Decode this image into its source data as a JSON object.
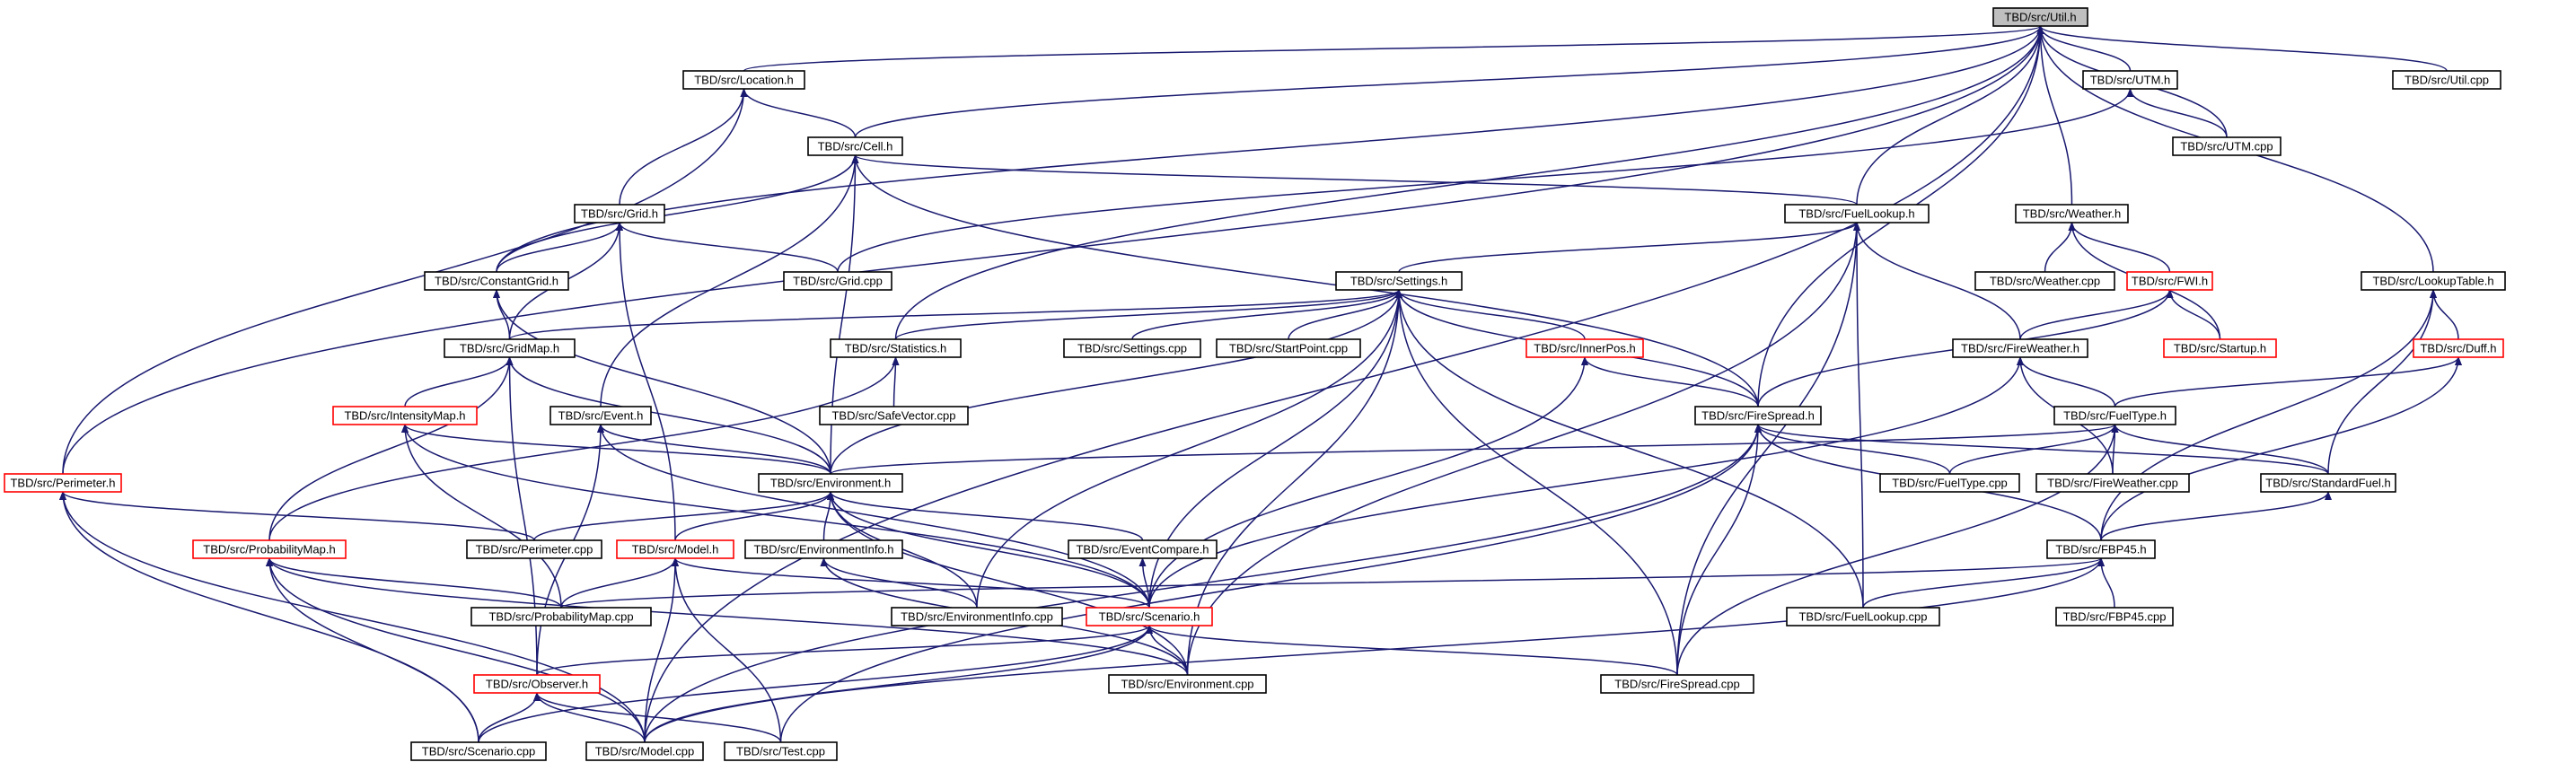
{
  "diagram": {
    "nodes": [
      {
        "id": "util_h",
        "label": "TBD/src/Util.h",
        "style": "root"
      },
      {
        "id": "location_h",
        "label": "TBD/src/Location.h",
        "style": "normal"
      },
      {
        "id": "utm_h",
        "label": "TBD/src/UTM.h",
        "style": "normal"
      },
      {
        "id": "util_cpp",
        "label": "TBD/src/Util.cpp",
        "style": "normal"
      },
      {
        "id": "cell_h",
        "label": "TBD/src/Cell.h",
        "style": "normal"
      },
      {
        "id": "utm_cpp",
        "label": "TBD/src/UTM.cpp",
        "style": "normal"
      },
      {
        "id": "grid_h",
        "label": "TBD/src/Grid.h",
        "style": "normal"
      },
      {
        "id": "fuellookup_h",
        "label": "TBD/src/FuelLookup.h",
        "style": "normal"
      },
      {
        "id": "weather_h",
        "label": "TBD/src/Weather.h",
        "style": "normal"
      },
      {
        "id": "constantgrid_h",
        "label": "TBD/src/ConstantGrid.h",
        "style": "normal"
      },
      {
        "id": "grid_cpp",
        "label": "TBD/src/Grid.cpp",
        "style": "normal"
      },
      {
        "id": "settings_h",
        "label": "TBD/src/Settings.h",
        "style": "normal"
      },
      {
        "id": "weather_cpp",
        "label": "TBD/src/Weather.cpp",
        "style": "normal"
      },
      {
        "id": "fwi_h",
        "label": "TBD/src/FWI.h",
        "style": "red"
      },
      {
        "id": "lookuptable_h",
        "label": "TBD/src/LookupTable.h",
        "style": "normal"
      },
      {
        "id": "gridmap_h",
        "label": "TBD/src/GridMap.h",
        "style": "normal"
      },
      {
        "id": "statistics_h",
        "label": "TBD/src/Statistics.h",
        "style": "normal"
      },
      {
        "id": "settings_cpp",
        "label": "TBD/src/Settings.cpp",
        "style": "normal"
      },
      {
        "id": "startpoint_cpp",
        "label": "TBD/src/StartPoint.cpp",
        "style": "normal"
      },
      {
        "id": "innerpos_h",
        "label": "TBD/src/InnerPos.h",
        "style": "red"
      },
      {
        "id": "fireweather_h",
        "label": "TBD/src/FireWeather.h",
        "style": "normal"
      },
      {
        "id": "startup_h",
        "label": "TBD/src/Startup.h",
        "style": "red"
      },
      {
        "id": "duff_h",
        "label": "TBD/src/Duff.h",
        "style": "red"
      },
      {
        "id": "intensitymap_h",
        "label": "TBD/src/IntensityMap.h",
        "style": "red"
      },
      {
        "id": "event_h",
        "label": "TBD/src/Event.h",
        "style": "normal"
      },
      {
        "id": "safevector_cpp",
        "label": "TBD/src/SafeVector.cpp",
        "style": "normal"
      },
      {
        "id": "firespread_h",
        "label": "TBD/src/FireSpread.h",
        "style": "normal"
      },
      {
        "id": "fueltype_h",
        "label": "TBD/src/FuelType.h",
        "style": "normal"
      },
      {
        "id": "perimeter_h",
        "label": "TBD/src/Perimeter.h",
        "style": "red"
      },
      {
        "id": "environment_h",
        "label": "TBD/src/Environment.h",
        "style": "normal"
      },
      {
        "id": "fueltype_cpp",
        "label": "TBD/src/FuelType.cpp",
        "style": "normal"
      },
      {
        "id": "fireweather_cpp",
        "label": "TBD/src/FireWeather.cpp",
        "style": "normal"
      },
      {
        "id": "standardfuel_h",
        "label": "TBD/src/StandardFuel.h",
        "style": "normal"
      },
      {
        "id": "perimeter_cpp",
        "label": "TBD/src/Perimeter.cpp",
        "style": "normal"
      },
      {
        "id": "probabilitymap_h",
        "label": "TBD/src/ProbabilityMap.h",
        "style": "red"
      },
      {
        "id": "model_h",
        "label": "TBD/src/Model.h",
        "style": "red"
      },
      {
        "id": "environmentinfo_h",
        "label": "TBD/src/EnvironmentInfo.h",
        "style": "normal"
      },
      {
        "id": "eventcompare_h",
        "label": "TBD/src/EventCompare.h",
        "style": "normal"
      },
      {
        "id": "fbp45_h",
        "label": "TBD/src/FBP45.h",
        "style": "normal"
      },
      {
        "id": "probabilitymap_cpp",
        "label": "TBD/src/ProbabilityMap.cpp",
        "style": "normal"
      },
      {
        "id": "environmentinfo_cpp",
        "label": "TBD/src/EnvironmentInfo.cpp",
        "style": "normal"
      },
      {
        "id": "scenario_h",
        "label": "TBD/src/Scenario.h",
        "style": "red"
      },
      {
        "id": "fuellookup_cpp",
        "label": "TBD/src/FuelLookup.cpp",
        "style": "normal"
      },
      {
        "id": "fbp45_cpp",
        "label": "TBD/src/FBP45.cpp",
        "style": "normal"
      },
      {
        "id": "observer_h",
        "label": "TBD/src/Observer.h",
        "style": "red"
      },
      {
        "id": "environment_cpp",
        "label": "TBD/src/Environment.cpp",
        "style": "normal"
      },
      {
        "id": "firespread_cpp",
        "label": "TBD/src/FireSpread.cpp",
        "style": "normal"
      },
      {
        "id": "scenario_cpp",
        "label": "TBD/src/Scenario.cpp",
        "style": "normal"
      },
      {
        "id": "model_cpp",
        "label": "TBD/src/Model.cpp",
        "style": "normal"
      },
      {
        "id": "test_cpp",
        "label": "TBD/src/Test.cpp",
        "style": "normal"
      }
    ],
    "edges": [
      [
        "location_h",
        "util_h"
      ],
      [
        "utm_h",
        "util_h"
      ],
      [
        "util_cpp",
        "util_h"
      ],
      [
        "cell_h",
        "util_h"
      ],
      [
        "utm_cpp",
        "util_h"
      ],
      [
        "constantgrid_h",
        "util_h"
      ],
      [
        "statistics_h",
        "util_h"
      ],
      [
        "fuellookup_h",
        "util_h"
      ],
      [
        "weather_h",
        "util_h"
      ],
      [
        "lookuptable_h",
        "util_h"
      ],
      [
        "firespread_h",
        "util_h"
      ],
      [
        "perimeter_h",
        "util_h"
      ],
      [
        "model_cpp",
        "util_h"
      ],
      [
        "cell_h",
        "location_h"
      ],
      [
        "grid_h",
        "location_h"
      ],
      [
        "perimeter_h",
        "location_h"
      ],
      [
        "utm_cpp",
        "utm_h"
      ],
      [
        "grid_cpp",
        "utm_h"
      ],
      [
        "fuellookup_h",
        "cell_h"
      ],
      [
        "constantgrid_h",
        "cell_h"
      ],
      [
        "event_h",
        "cell_h"
      ],
      [
        "environment_h",
        "cell_h"
      ],
      [
        "firespread_h",
        "cell_h"
      ],
      [
        "constantgrid_h",
        "grid_h"
      ],
      [
        "gridmap_h",
        "grid_h"
      ],
      [
        "grid_cpp",
        "grid_h"
      ],
      [
        "model_h",
        "grid_h"
      ],
      [
        "settings_h",
        "fuellookup_h"
      ],
      [
        "fireweather_h",
        "fuellookup_h"
      ],
      [
        "fuellookup_cpp",
        "fuellookup_h"
      ],
      [
        "environment_cpp",
        "fuellookup_h"
      ],
      [
        "firespread_cpp",
        "fuellookup_h"
      ],
      [
        "weather_cpp",
        "weather_h"
      ],
      [
        "fwi_h",
        "weather_h"
      ],
      [
        "startup_h",
        "weather_h"
      ],
      [
        "gridmap_h",
        "constantgrid_h"
      ],
      [
        "environment_h",
        "constantgrid_h"
      ],
      [
        "gridmap_h",
        "settings_h"
      ],
      [
        "statistics_h",
        "settings_h"
      ],
      [
        "settings_cpp",
        "settings_h"
      ],
      [
        "startpoint_cpp",
        "settings_h"
      ],
      [
        "innerpos_h",
        "settings_h"
      ],
      [
        "firespread_h",
        "settings_h"
      ],
      [
        "environment_h",
        "settings_h"
      ],
      [
        "scenario_h",
        "settings_h"
      ],
      [
        "environmentinfo_cpp",
        "settings_h"
      ],
      [
        "environment_cpp",
        "settings_h"
      ],
      [
        "firespread_cpp",
        "settings_h"
      ],
      [
        "fuellookup_cpp",
        "settings_h"
      ],
      [
        "fireweather_h",
        "fwi_h"
      ],
      [
        "startup_h",
        "fwi_h"
      ],
      [
        "firespread_h",
        "fwi_h"
      ],
      [
        "duff_h",
        "lookuptable_h"
      ],
      [
        "standardfuel_h",
        "lookuptable_h"
      ],
      [
        "fbp45_h",
        "lookuptable_h"
      ],
      [
        "intensitymap_h",
        "gridmap_h"
      ],
      [
        "probabilitymap_h",
        "gridmap_h"
      ],
      [
        "environment_h",
        "gridmap_h"
      ],
      [
        "observer_h",
        "gridmap_h"
      ],
      [
        "safevector_cpp",
        "statistics_h"
      ],
      [
        "probabilitymap_h",
        "statistics_h"
      ],
      [
        "firespread_h",
        "innerpos_h"
      ],
      [
        "scenario_h",
        "innerpos_h"
      ],
      [
        "fueltype_h",
        "fireweather_h"
      ],
      [
        "fireweather_cpp",
        "fireweather_h"
      ],
      [
        "scenario_h",
        "fireweather_h"
      ],
      [
        "fueltype_h",
        "duff_h"
      ],
      [
        "fbp45_h",
        "duff_h"
      ],
      [
        "environment_h",
        "intensitymap_h"
      ],
      [
        "probabilitymap_cpp",
        "intensitymap_h"
      ],
      [
        "scenario_h",
        "intensitymap_h"
      ],
      [
        "environment_h",
        "event_h"
      ],
      [
        "observer_h",
        "event_h"
      ],
      [
        "scenario_h",
        "event_h"
      ],
      [
        "fueltype_cpp",
        "firespread_h"
      ],
      [
        "standardfuel_h",
        "firespread_h"
      ],
      [
        "fbp45_h",
        "firespread_h"
      ],
      [
        "firespread_cpp",
        "firespread_h"
      ],
      [
        "model_cpp",
        "firespread_h"
      ],
      [
        "test_cpp",
        "firespread_h"
      ],
      [
        "environment_h",
        "fueltype_h"
      ],
      [
        "fueltype_cpp",
        "fueltype_h"
      ],
      [
        "fireweather_cpp",
        "fueltype_h"
      ],
      [
        "standardfuel_h",
        "fueltype_h"
      ],
      [
        "firespread_cpp",
        "fueltype_h"
      ],
      [
        "perimeter_cpp",
        "perimeter_h"
      ],
      [
        "scenario_cpp",
        "perimeter_h"
      ],
      [
        "model_cpp",
        "perimeter_h"
      ],
      [
        "model_h",
        "environment_h"
      ],
      [
        "environmentinfo_h",
        "environment_h"
      ],
      [
        "perimeter_cpp",
        "environment_h"
      ],
      [
        "eventcompare_h",
        "environment_h"
      ],
      [
        "environmentinfo_cpp",
        "environment_h"
      ],
      [
        "environment_cpp",
        "environment_h"
      ],
      [
        "scenario_h",
        "environment_h"
      ],
      [
        "fbp45_h",
        "standardfuel_h"
      ],
      [
        "probabilitymap_cpp",
        "probabilitymap_h"
      ],
      [
        "scenario_cpp",
        "probabilitymap_h"
      ],
      [
        "model_cpp",
        "probabilitymap_h"
      ],
      [
        "environment_cpp",
        "probabilitymap_h"
      ],
      [
        "probabilitymap_cpp",
        "model_h"
      ],
      [
        "model_cpp",
        "model_h"
      ],
      [
        "test_cpp",
        "model_h"
      ],
      [
        "scenario_h",
        "model_h"
      ],
      [
        "environmentinfo_cpp",
        "environmentinfo_h"
      ],
      [
        "environment_cpp",
        "environmentinfo_h"
      ],
      [
        "scenario_h",
        "eventcompare_h"
      ],
      [
        "probabilitymap_cpp",
        "fbp45_h"
      ],
      [
        "fuellookup_cpp",
        "fbp45_h"
      ],
      [
        "fbp45_cpp",
        "fbp45_h"
      ],
      [
        "model_cpp",
        "fbp45_h"
      ],
      [
        "observer_h",
        "scenario_h"
      ],
      [
        "environment_cpp",
        "scenario_h"
      ],
      [
        "firespread_cpp",
        "scenario_h"
      ],
      [
        "scenario_cpp",
        "scenario_h"
      ],
      [
        "model_cpp",
        "scenario_h"
      ],
      [
        "scenario_cpp",
        "observer_h"
      ],
      [
        "model_cpp",
        "observer_h"
      ],
      [
        "test_cpp",
        "observer_h"
      ]
    ]
  }
}
